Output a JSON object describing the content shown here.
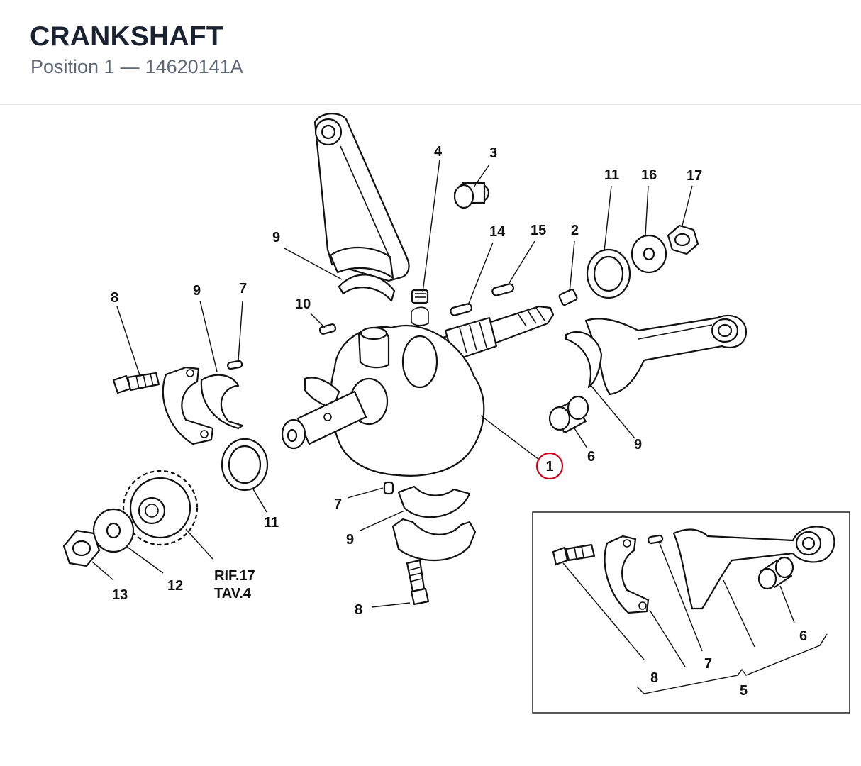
{
  "header": {
    "title": "CRANKSHAFT",
    "position_label": "Position 1",
    "separator": "—",
    "part_number": "14620141A"
  },
  "diagram": {
    "highlight_color": "#d0021b",
    "selected_callout": "1",
    "callouts": {
      "c1": "1",
      "c2": "2",
      "c3": "3",
      "c4": "4",
      "c6": "6",
      "c7a": "7",
      "c7b": "7",
      "c8a": "8",
      "c8b": "8",
      "c9a": "9",
      "c9b": "9",
      "c9c": "9",
      "c9d": "9",
      "c10": "10",
      "c11a": "11",
      "c11b": "11",
      "c12": "12",
      "c13": "13",
      "c14": "14",
      "c15": "15",
      "c16": "16",
      "c17": "17"
    },
    "reference": {
      "line1": "RIF.17",
      "line2": "TAV.4"
    },
    "inset": {
      "callouts": {
        "c8": "8",
        "c7": "7",
        "c6": "6",
        "c5": "5"
      }
    }
  }
}
